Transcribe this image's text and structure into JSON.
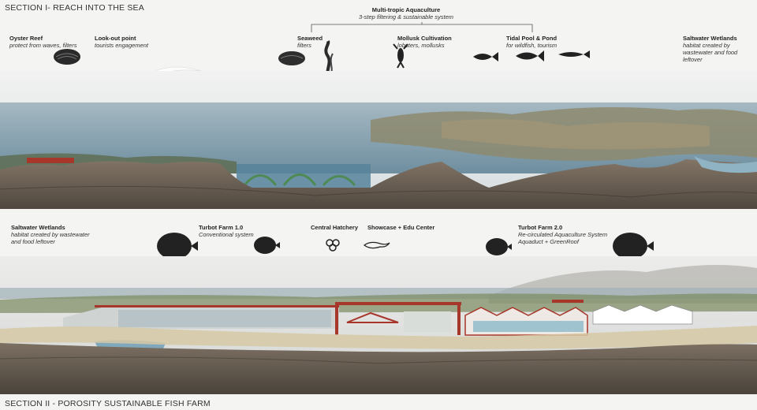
{
  "section1": {
    "title": "SECTION I- REACH INTO THE SEA",
    "group": {
      "title": "Multi-tropic Aquaculture",
      "subtitle": "3-step filtering & sustainable system"
    },
    "labels": [
      {
        "name": "Oyster Reef",
        "desc": "protect from waves, filters"
      },
      {
        "name": "Look-out point",
        "desc": "tourists engagement"
      },
      {
        "name": "Seaweed",
        "desc": "filters"
      },
      {
        "name": "Mollusk Cultivation",
        "desc": "lobsters, mollusks"
      },
      {
        "name": "Tidal Pool & Pond",
        "desc": "for wildfish, tourism"
      },
      {
        "name": "Saltwater Wetlands",
        "desc": "habitat created by  wastewater and food leftover"
      }
    ]
  },
  "section2": {
    "title": "SECTION II - POROSITY SUSTAINABLE FISH FARM",
    "labels": [
      {
        "name": "Saltwater Wetlands",
        "desc": "habitat created by  wastewater and food leftover"
      },
      {
        "name": "Turbot Farm 1.0",
        "desc": "Conventional system"
      },
      {
        "name": "Central Hatchery",
        "desc": ""
      },
      {
        "name": "Showcase + Edu Center",
        "desc": ""
      },
      {
        "name": "Turbot Farm 2.0",
        "desc": "Re-circulated Aquaculture System Aquaduct + GreenRoof"
      }
    ]
  },
  "icons": [
    "oyster-icon",
    "paraglider-icon",
    "seaweed-icon",
    "lobster-icon",
    "fish-icon",
    "mackerel-icon",
    "turbot-icon",
    "eggs-icon",
    "larva-icon"
  ],
  "colors": {
    "sea": "#7e9cac",
    "rock": "#6b6155",
    "roof_red": "#a7372a",
    "sky": "#e6e8e8"
  }
}
